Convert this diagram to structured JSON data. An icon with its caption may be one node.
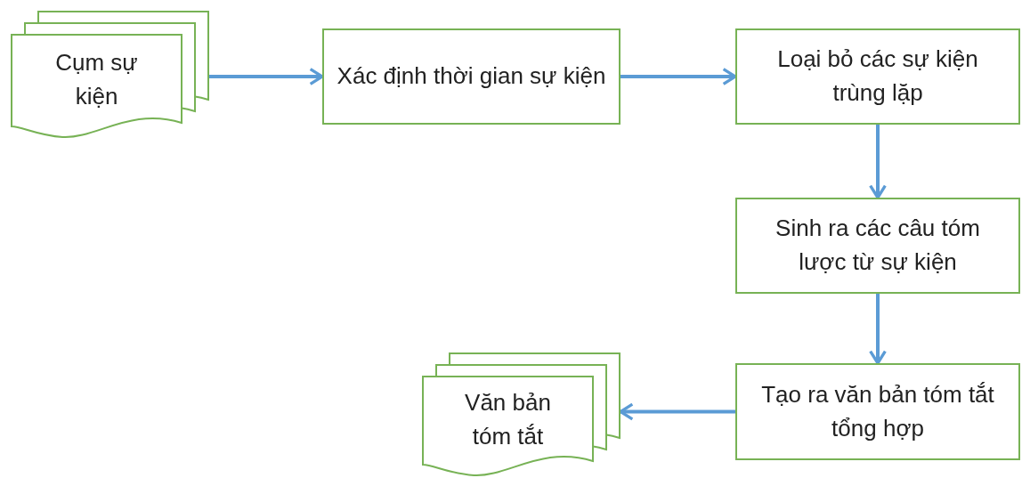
{
  "diagram": {
    "nodes": [
      {
        "text": [
          "Cụm sự kiện"
        ]
      },
      {
        "text": [
          "Xác định thời gian sự kiện"
        ]
      },
      {
        "text": [
          "Loại bỏ các sự kiện trùng lặp"
        ]
      },
      {
        "text": [
          "Sinh ra các câu tóm lược từ sự kiện"
        ]
      },
      {
        "text": [
          "Tạo ra văn bản tóm tắt tổng hợp"
        ]
      },
      {
        "text": [
          "Văn bản tóm tắt"
        ]
      }
    ],
    "edges": [
      {
        "from": 0,
        "to": 1,
        "arrow": "to"
      },
      {
        "from": 1,
        "to": 2,
        "arrow": "to"
      },
      {
        "from": 2,
        "to": 3,
        "arrow": "to"
      },
      {
        "from": 3,
        "to": 4,
        "arrow": "to"
      },
      {
        "from": 4,
        "to": 5,
        "arrow": "to"
      }
    ]
  }
}
